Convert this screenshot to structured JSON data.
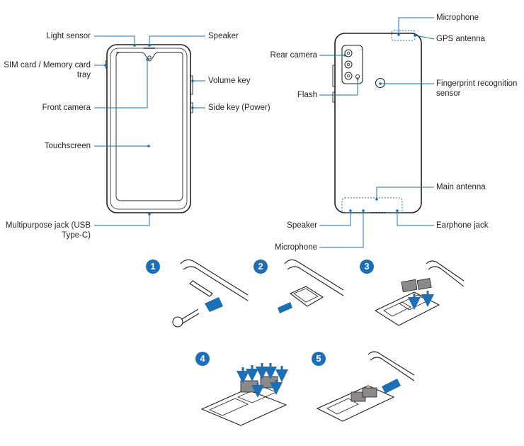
{
  "front": {
    "light_sensor": "Light sensor",
    "sim_tray_line1": "SIM card / Memory card",
    "sim_tray_line2": "tray",
    "front_camera": "Front camera",
    "touchscreen": "Touchscreen",
    "jack_line1": "Multipurpose jack (USB",
    "jack_line2": "Type-C)",
    "speaker": "Speaker",
    "volume_key": "Volume key",
    "side_key": "Side key (Power)"
  },
  "back": {
    "microphone_top": "Microphone",
    "gps_antenna": "GPS antenna",
    "rear_camera": "Rear camera",
    "flash": "Flash",
    "fingerprint_line1": "Fingerprint recognition",
    "fingerprint_line2": "sensor",
    "main_antenna": "Main antenna",
    "speaker": "Speaker",
    "earphone_jack": "Earphone jack",
    "microphone_bottom": "Microphone"
  },
  "steps": [
    "1",
    "2",
    "3",
    "4",
    "5"
  ],
  "colors": {
    "callout_line": "#1c6fb6",
    "badge": "#1c6fb6",
    "arrow": "#1c6fb6",
    "outline": "#231f20",
    "card": "#8a8a8a"
  }
}
